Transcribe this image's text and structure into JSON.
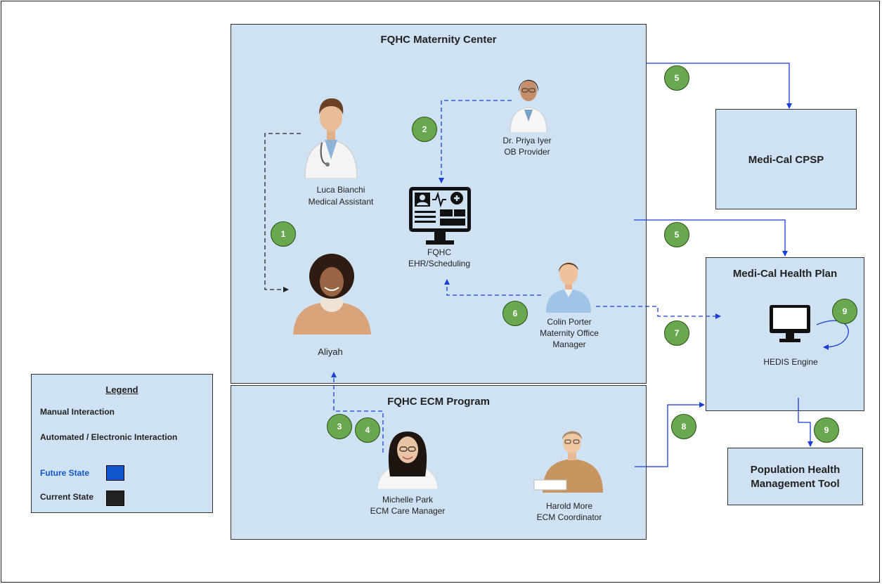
{
  "groups": {
    "maternity_center": "FQHC Maternity Center",
    "ecm_program": "FQHC ECM Program",
    "health_plan": "Medi-Cal Health Plan",
    "cpsp": "Medi-Cal CPSP",
    "pop_health_line1": "Population Health",
    "pop_health_line2": "Management Tool"
  },
  "people": {
    "luca_name": "Luca Bianchi",
    "luca_role": "Medical Assistant",
    "priya_name": "Dr. Priya Iyer",
    "priya_role": "OB Provider",
    "aliyah_name": "Aliyah",
    "colin_name": "Colin Porter",
    "colin_role_line1": "Maternity Office",
    "colin_role_line2": "Manager",
    "michelle_name": "Michelle Park",
    "michelle_role": "ECM Care Manager",
    "harold_name": "Harold More",
    "harold_role": "ECM Coordinator"
  },
  "systems": {
    "ehr_line1": "FQHC",
    "ehr_line2": "EHR/Scheduling",
    "hedis": "HEDIS Engine"
  },
  "badges": [
    "1",
    "2",
    "3",
    "4",
    "5",
    "5",
    "6",
    "7",
    "8",
    "9",
    "9"
  ],
  "legend": {
    "title": "Legend",
    "manual": "Manual  Interaction",
    "automated": "Automated / Electronic Interaction",
    "future": "Future State",
    "current": "Current State",
    "future_color": "#1155cc",
    "current_color": "#222222"
  },
  "colors": {
    "box_fill": "#cfe2f3",
    "badge_fill": "#6aa84f",
    "future_line": "#1a3fd6",
    "current_line": "#222222"
  }
}
